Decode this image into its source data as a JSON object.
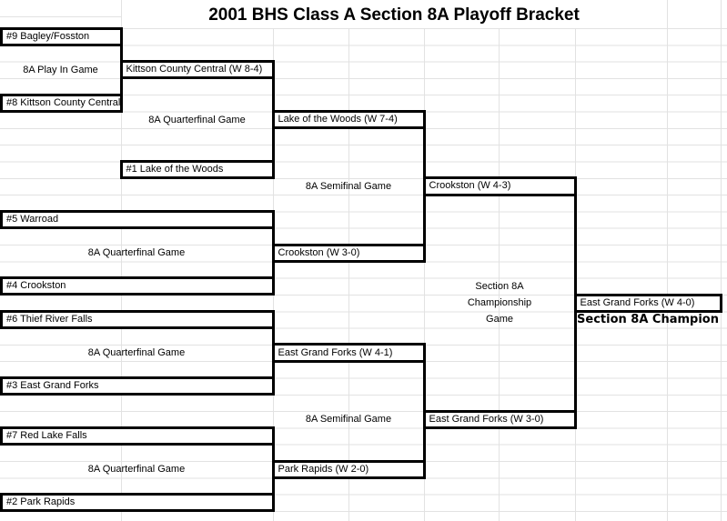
{
  "title": "2001 BHS Class A Section 8A Playoff Bracket",
  "bracket": {
    "play_in": {
      "label": "8A Play In Game",
      "top_seed": "#9 Bagley/Fosston",
      "bottom_seed": "#8 Kittson County Central",
      "winner": "Kittson County Central (W 8-4)"
    },
    "quarterfinal_1": {
      "label": "8A Quarterfinal Game",
      "bottom_seed": "#1 Lake of the Woods",
      "winner": "Lake of the Woods (W 7-4)"
    },
    "quarterfinal_2": {
      "label": "8A Quarterfinal Game",
      "top_seed": "#5 Warroad",
      "bottom_seed": "#4 Crookston",
      "winner": "Crookston (W 3-0)"
    },
    "quarterfinal_3": {
      "label": "8A Quarterfinal Game",
      "top_seed": "#6 Thief River Falls",
      "bottom_seed": "#3 East Grand Forks",
      "winner": "East Grand Forks (W 4-1)"
    },
    "quarterfinal_4": {
      "label": "8A Quarterfinal Game",
      "top_seed": "#7 Red Lake Falls",
      "bottom_seed": "#2 Park Rapids",
      "winner": "Park Rapids (W 2-0)"
    },
    "semifinal_1": {
      "label": "8A Semifinal Game",
      "winner": "Crookston (W 4-3)"
    },
    "semifinal_2": {
      "label": "8A Semifinal Game",
      "winner": "East Grand Forks (W 3-0)"
    },
    "championship": {
      "label_line1": "Section 8A",
      "label_line2": "Championship",
      "label_line3": "Game",
      "winner": "East Grand Forks (W 4-0)",
      "champion": "Section 8A Champion"
    }
  },
  "colors": {
    "background": "#ffffff",
    "gridline": "#e2e2e2",
    "bracket_border": "#000000",
    "text": "#000000"
  }
}
